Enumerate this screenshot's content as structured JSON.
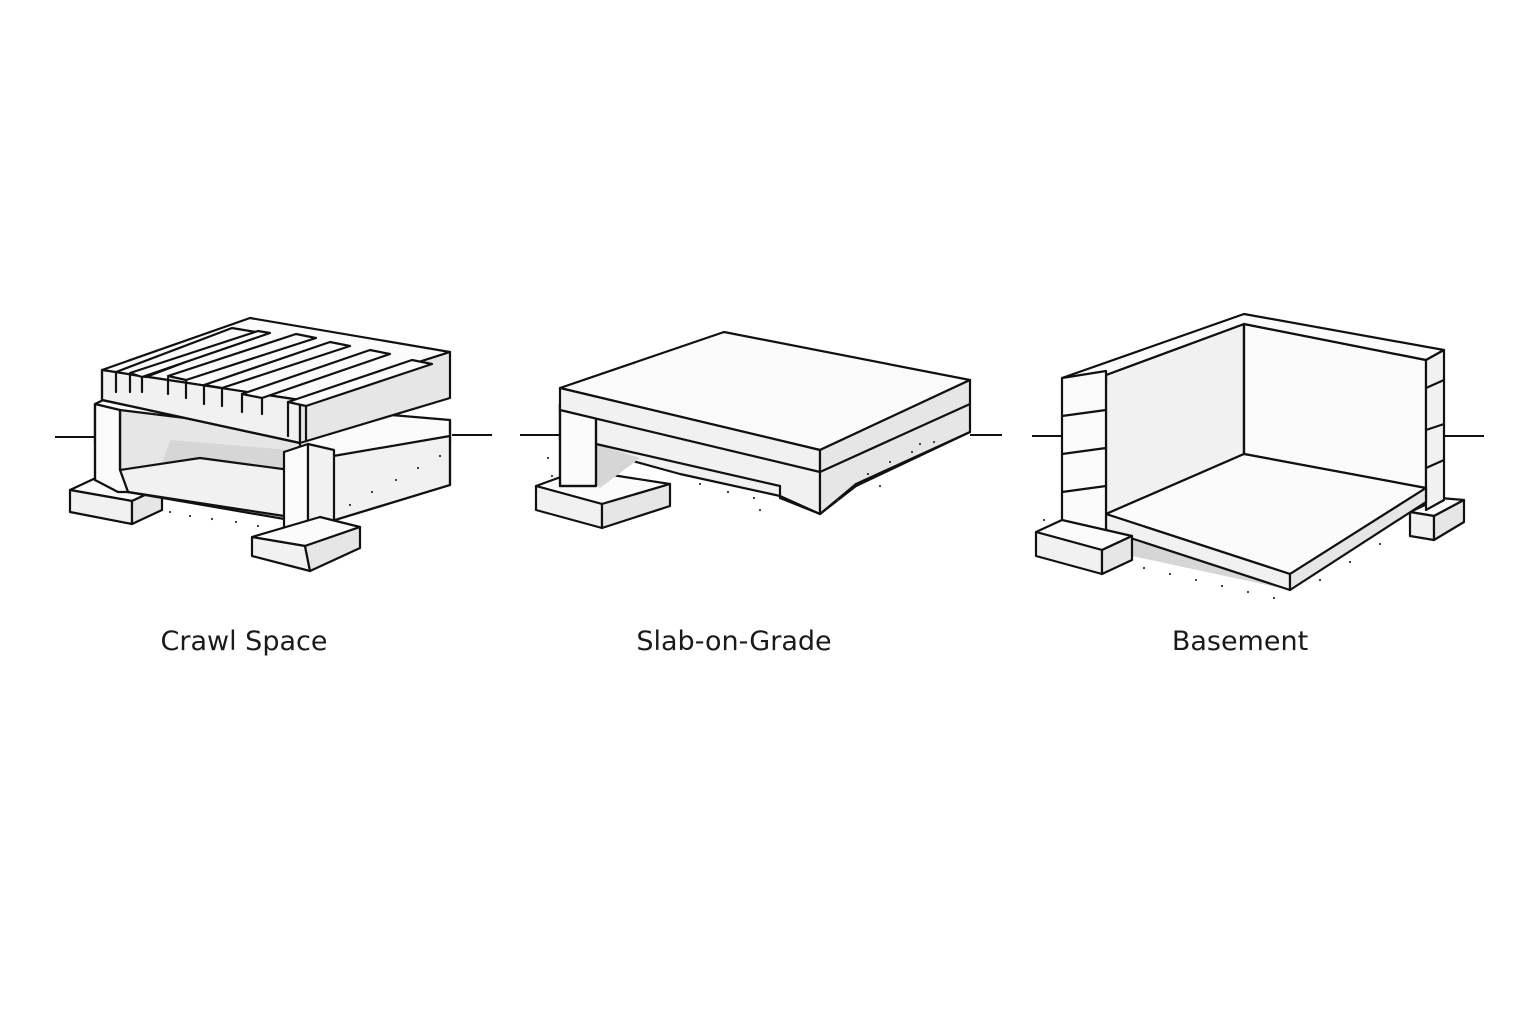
{
  "figure": {
    "panels": [
      {
        "id": "crawl-space",
        "label": "Crawl Space"
      },
      {
        "id": "slab-on-grade",
        "label": "Slab-on-Grade"
      },
      {
        "id": "basement",
        "label": "Basement"
      }
    ]
  }
}
